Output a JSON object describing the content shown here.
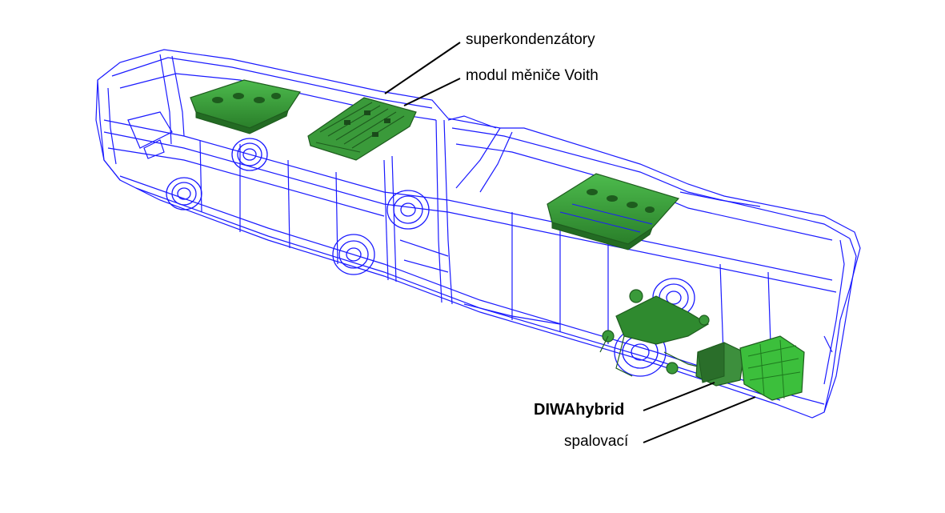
{
  "labels": {
    "supercapacitors": "superkondenzátory",
    "converter_module": "modul měniče Voith",
    "diwa_hybrid": "DIWAhybrid",
    "combustion": "spalovací"
  },
  "colors": {
    "wireframe": "#1a1aff",
    "component_green": "#2f9e2f",
    "component_dark": "#1e5c1e",
    "leader_line": "#000000",
    "background": "#ffffff"
  }
}
